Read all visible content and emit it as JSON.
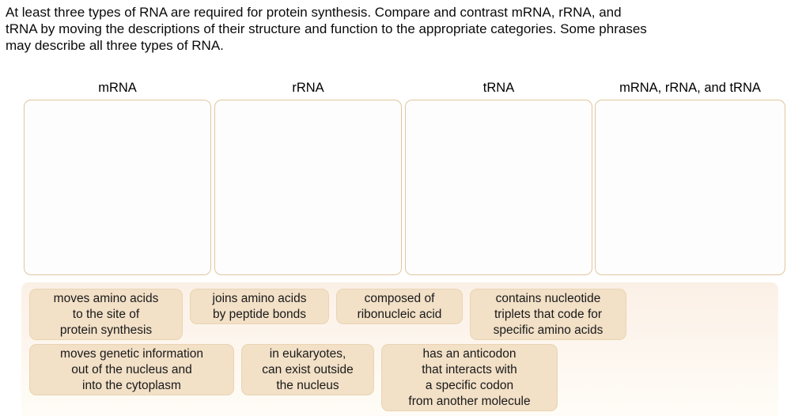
{
  "instructions": {
    "text": "At least three types of RNA are required for protein synthesis. Compare and contrast mRNA, rRNA, and tRNA by moving the descriptions of their structure and function to the appropriate categories. Some phrases may describe all three types of RNA.",
    "lines": [
      "At least three types of RNA are required for protein synthesis. Compare and contrast mRNA, rRNA, and",
      "tRNA by moving the descriptions of their structure and function to the appropriate categories. Some phrases",
      "may describe all three types of RNA."
    ]
  },
  "categories": [
    {
      "label": "mRNA"
    },
    {
      "label": "rRNA"
    },
    {
      "label": "tRNA"
    },
    {
      "label": "mRNA, rRNA, and tRNA"
    }
  ],
  "phrase_bank": {
    "chips": [
      {
        "text": "moves amino acids to the site of protein synthesis",
        "lines": [
          "moves amino acids",
          "to the site of",
          "protein synthesis"
        ]
      },
      {
        "text": "joins amino acids by peptide bonds",
        "lines": [
          "joins amino acids",
          "by peptide bonds"
        ]
      },
      {
        "text": "composed of ribonucleic acid",
        "lines": [
          "composed of",
          "ribonucleic acid"
        ]
      },
      {
        "text": "contains nucleotide triplets that code for specific amino acids",
        "lines": [
          "contains nucleotide",
          "triplets that code for",
          "specific amino acids"
        ]
      },
      {
        "text": "moves genetic information out of the nucleus and into the cytoplasm",
        "lines": [
          "moves genetic information",
          "out of the nucleus and",
          "into the cytoplasm"
        ]
      },
      {
        "text": "in eukaryotes, can exist outside the nucleus",
        "lines": [
          "in eukaryotes,",
          "can exist outside",
          "the nucleus"
        ]
      },
      {
        "text": "has an anticodon that interacts with a specific codon from another molecule",
        "lines": [
          "has an anticodon",
          "that interacts with",
          "a specific codon",
          "from another molecule"
        ]
      }
    ]
  },
  "colors": {
    "page_background": "#ffffff",
    "box_border": "#e0c69f",
    "box_fill": "#fdfdfd",
    "bank_background_top": "#fbf0e6",
    "bank_background_bottom": "#fffdf8",
    "chip_fill": "#f2e0c7",
    "text": "#0a0a0a"
  }
}
